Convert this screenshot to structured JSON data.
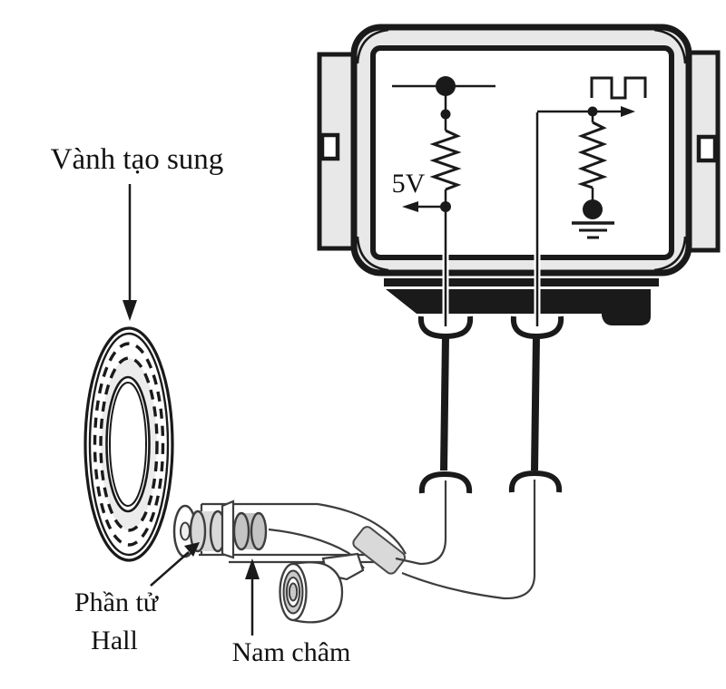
{
  "diagram": {
    "type": "hall-effect-crankshaft-sensor-diagram",
    "labels": {
      "pulse_ring": "Vành tạo sung",
      "supply_voltage": "5V",
      "hall_element_line1": "Phần tử",
      "hall_element_line2": "Hall",
      "magnet": "Nam châm"
    },
    "icons": {
      "square_wave": "square-wave-icon",
      "ground": "ground-icon",
      "resistor_left": "pullup-resistor-symbol",
      "resistor_right": "output-resistor-symbol",
      "plug_top": "plug-connector-icon",
      "plug_bottom": "socket-connector-icon",
      "pointer_arrows": "label-arrow"
    },
    "colors": {
      "line": "#1a1a1a",
      "panel_gray": "#e8e8e8",
      "component_gray": "#d9d9d9",
      "magnet_gray": "#c4c4c4",
      "disc_gray": "#ececec",
      "background": "#ffffff"
    }
  }
}
